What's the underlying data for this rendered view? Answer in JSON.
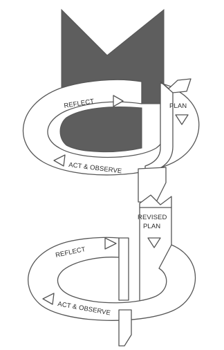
{
  "labels": {
    "reflect_1": "REFLECT",
    "plan": "PLAN",
    "act_observe_1": "ACT & OBSERVE",
    "revised": "REVISED",
    "revised_plan": "PLAN",
    "reflect_2": "REFLECT",
    "act_observe_2": "ACT & OBSERVE"
  },
  "colors": {
    "stroke": "#555555",
    "dark_fill": "#5e5e5e",
    "background": "#ffffff"
  }
}
